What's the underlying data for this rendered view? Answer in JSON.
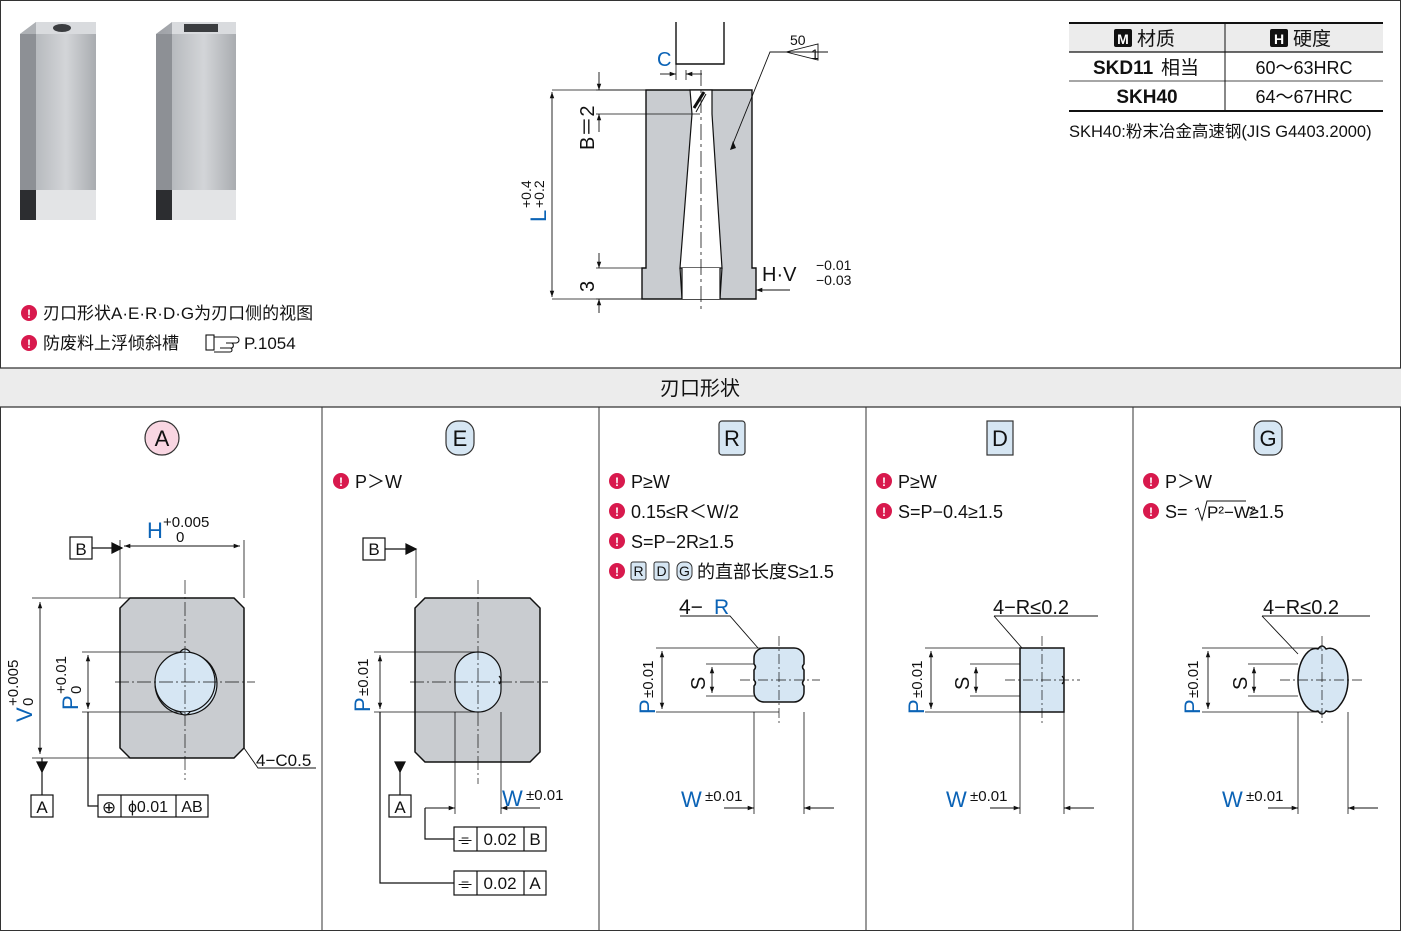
{
  "colors": {
    "accent_blue": "#0b63b6",
    "note_red": "#d8194d",
    "metal": "#c9ccd0",
    "metal_dark": "#7a7d82",
    "cavity": "#d6e6f3",
    "header_bg": "#ececec"
  },
  "materials": {
    "header": {
      "m_badge": "M",
      "m_label": "材质",
      "h_badge": "H",
      "h_label": "硬度"
    },
    "rows": [
      {
        "material": "SKD11",
        "material_suffix": "相当",
        "hardness": "60～63HRC"
      },
      {
        "material": "SKH40",
        "material_suffix": "",
        "hardness": "64～67HRC"
      }
    ],
    "footnote": "SKH40:粉末冶金高速钢(JIS G4403.2000)"
  },
  "top_notes": [
    "刃口形状A·E·R·D·G为刃口侧的视图",
    "防废料上浮倾斜槽"
  ],
  "top_note_ref": "P.1054",
  "side_view": {
    "c_label": "C",
    "b_label": "B＝2",
    "l_label": "L",
    "l_tol_upper": "+0.4",
    "l_tol_lower": "+0.2",
    "three_label": "3",
    "hv_label": "H·V",
    "hv_tol_upper": "−0.01",
    "hv_tol_lower": "−0.03",
    "angle_top": "50",
    "angle_bottom": "1"
  },
  "section_title": "刃口形状",
  "shapes": {
    "A": {
      "badge": "A",
      "h_label": "H",
      "h_tol_upper": "+0.005",
      "h_tol_lower": "0",
      "v_label": "V",
      "v_tol_upper": "+0.005",
      "v_tol_lower": "0",
      "p_label": "P",
      "p_tol_upper": "+0.01",
      "p_tol_lower": "0",
      "datum_b": "B",
      "datum_a": "A",
      "chamfer": "4−C0.5",
      "fcf_symbol": "⊕",
      "fcf_value": "ϕ0.01",
      "fcf_datum": "AB"
    },
    "E": {
      "badge": "E",
      "note": "P＞W",
      "datum_b": "B",
      "datum_a": "A",
      "p_label": "P",
      "p_tol": "±0.01",
      "w_label": "W",
      "w_tol": "±0.01",
      "fcf1_symbol": "⌯",
      "fcf1_value": "0.02",
      "fcf1_datum": "B",
      "fcf2_symbol": "⌯",
      "fcf2_value": "0.02",
      "fcf2_datum": "A"
    },
    "R": {
      "badge": "R",
      "notes": [
        "P≥W",
        "0.15≤R＜W/2",
        "S=P−2R≥1.5"
      ],
      "note4_badges": [
        "R",
        "D",
        "G"
      ],
      "note4_text": "的直部长度S≥1.5",
      "r_label_prefix": "4−",
      "r_label": "R",
      "p_label": "P",
      "p_tol": "±0.01",
      "s_label": "S",
      "w_label": "W",
      "w_tol": "±0.01"
    },
    "D": {
      "badge": "D",
      "notes": [
        "P≥W",
        "S=P−0.4≥1.5"
      ],
      "r_label": "4−R≤0.2",
      "p_label": "P",
      "p_tol": "±0.01",
      "s_label": "S",
      "w_label": "W",
      "w_tol": "±0.01"
    },
    "G": {
      "badge": "G",
      "notes": [
        "P＞W"
      ],
      "g_formula_pre": "S=",
      "g_formula_root": "P²−W²",
      "g_formula_post": "≥1.5",
      "r_label": "4−R≤0.2",
      "p_label": "P",
      "p_tol": "±0.01",
      "s_label": "S",
      "w_label": "W",
      "w_tol": "±0.01"
    }
  }
}
